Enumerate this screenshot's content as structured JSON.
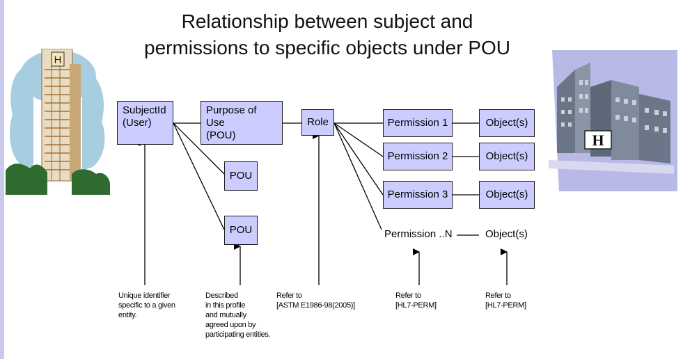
{
  "title": {
    "line1": "Relationship between subject and",
    "line2": "permissions to specific objects under POU"
  },
  "boxes": {
    "subject": {
      "line1": "SubjectId",
      "line2": "(User)"
    },
    "pou_main": {
      "line1": "Purpose of Use",
      "line2": "(POU)"
    },
    "pou_a": "POU",
    "pou_b": "POU",
    "role": "Role",
    "perm1": "Permission 1",
    "perm2": "Permission 2",
    "perm3": "Permission 3",
    "obj1": "Object(s)",
    "obj2": "Object(s)",
    "obj3": "Object(s)"
  },
  "unboxed": {
    "permN": "Permission ..N",
    "objN": "Object(s)"
  },
  "notes": {
    "subject": [
      "Unique identifier",
      "specific to a given",
      "entity."
    ],
    "pou": [
      "Described",
      "in this profile",
      "and mutually",
      "agreed upon by",
      "participating entities."
    ],
    "role": [
      "Refer to",
      "[ASTM E1986-98(2005)]"
    ],
    "permission": [
      "Refer to",
      "[HL7-PERM]"
    ],
    "object": [
      "Refer to",
      "[HL7-PERM]"
    ]
  },
  "clipart": {
    "left_building_sign": "H",
    "right_building_sign": "H"
  },
  "colors": {
    "box_fill": "#ccccff",
    "box_border": "#1a1a1a",
    "sidebar": "#c9c9ee"
  }
}
